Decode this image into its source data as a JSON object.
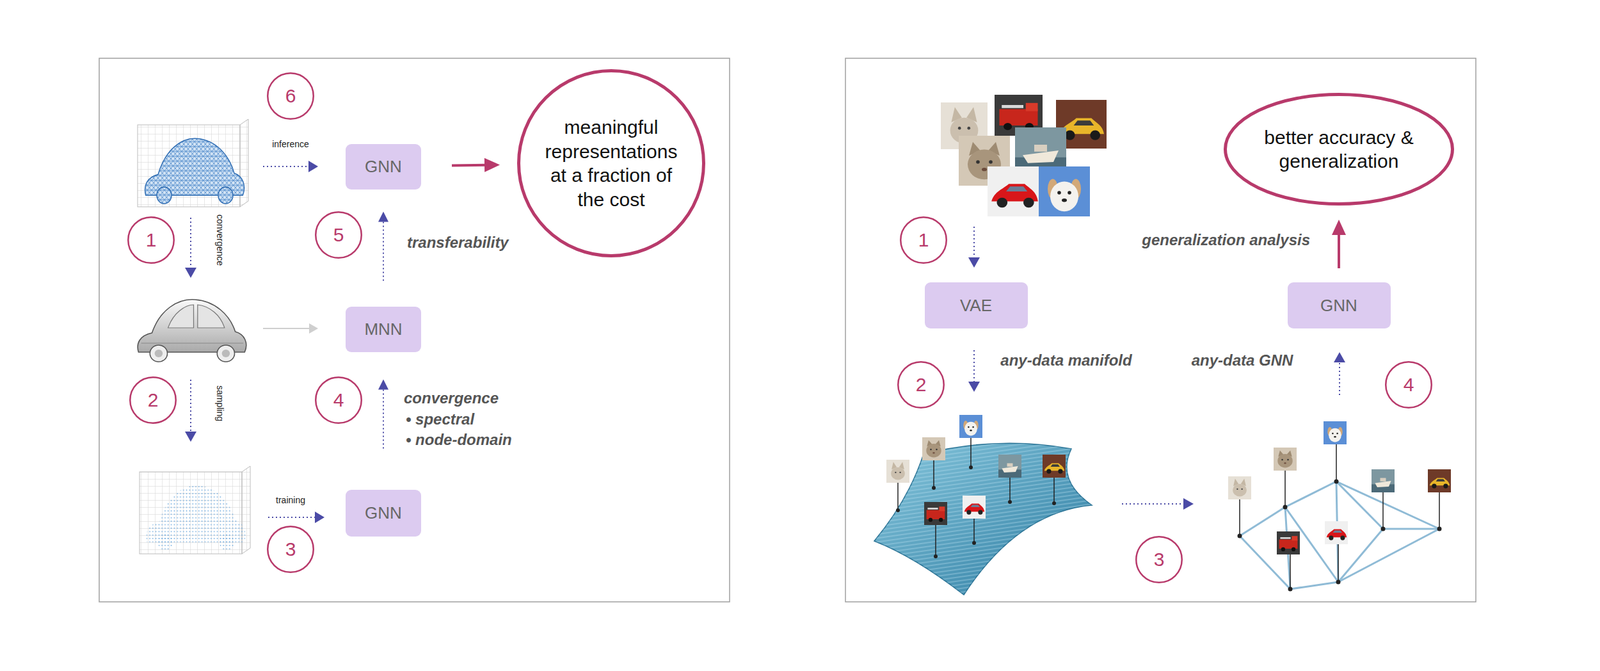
{
  "diagram": {
    "nodes": [
      {
        "text": [
          "6"
        ]
      },
      {
        "text": [
          "GNN"
        ]
      },
      {
        "text": [
          "meaningful representations at a fraction of the cost"
        ]
      },
      {
        "text": [
          "1"
        ]
      },
      {
        "text": [
          "5"
        ]
      },
      {
        "text": [
          "MNN"
        ]
      },
      {
        "text": [
          "2"
        ]
      },
      {
        "text": [
          "4"
        ]
      },
      {
        "text": [
          "GNN"
        ]
      },
      {
        "text": [
          "3"
        ]
      },
      {
        "text": [
          "better accuracy & generalization"
        ]
      },
      {
        "text": [
          "1"
        ]
      },
      {
        "text": [
          "VAE"
        ]
      },
      {
        "text": [
          "GNN"
        ]
      },
      {
        "text": [
          "2"
        ]
      },
      {
        "text": [
          "4"
        ]
      },
      {
        "text": [
          "3"
        ]
      }
    ],
    "edges": [
      {
        "from": 1,
        "to": 2,
        "arrow": "to"
      },
      {
        "from": 5,
        "to": 1,
        "label": "transferability",
        "arrow": "to"
      },
      {
        "from": 8,
        "to": 5,
        "arrow": "to"
      },
      {
        "from": 13,
        "to": 10,
        "label": "generalization analysis",
        "arrow": "to"
      }
    ],
    "labels": [
      "inference",
      "convergence",
      "sampling",
      "training",
      "convergence",
      "• spectral",
      "• node-domain",
      "any-data manifold",
      "any-data GNN"
    ]
  }
}
